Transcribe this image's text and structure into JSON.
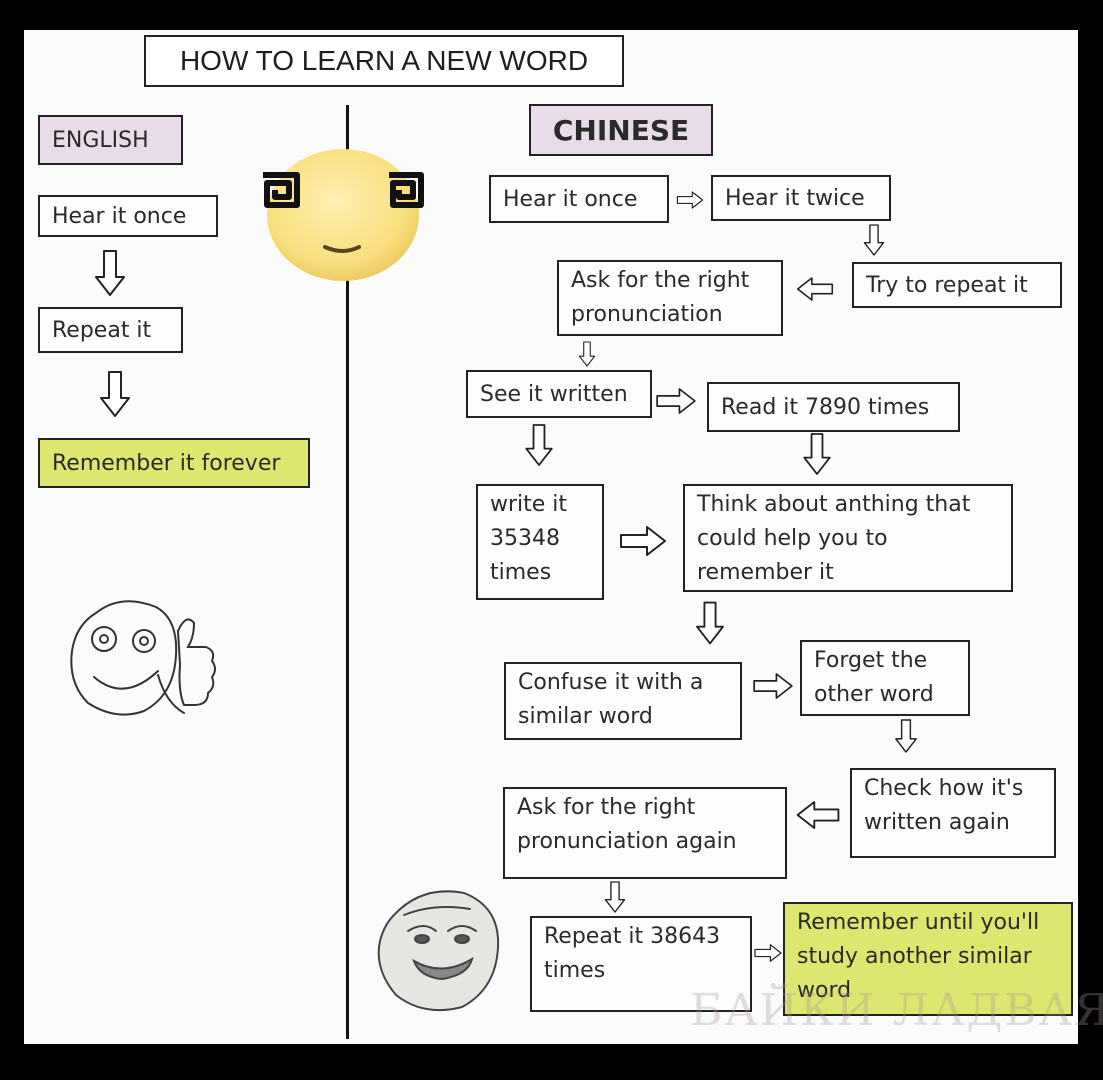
{
  "title": "HOW TO LEARN A NEW WORD",
  "watermark": "БАЙКИ ЛАДВАЯ",
  "colors": {
    "frame": "#000000",
    "paper": "#fbfbfb",
    "highlight": "#dde66f",
    "header_fill": "#e7dce8",
    "emoji_face": "#f9df7e"
  },
  "english": {
    "header": "ENGLISH",
    "steps": [
      "Hear it once",
      "Repeat it",
      "Remember it forever"
    ]
  },
  "chinese": {
    "header": "CHINESE",
    "steps": [
      "Hear it once",
      "Hear it twice",
      "Try to repeat it",
      "Ask for the right pronunciation",
      "See it written",
      "Read it 7890 times",
      "write it 35348 times",
      "Think about anthing that could help you to remember it",
      "Confuse it with a similar word",
      "Forget the other word",
      "Check how it's written again",
      "Ask for the right pronunciation again",
      "Repeat it 38643 times",
      "Remember until you'll study another similar word"
    ]
  },
  "icons": [
    "dizzy-emoji-icon",
    "happy-rage-face-icon",
    "forever-alone-face-icon"
  ]
}
